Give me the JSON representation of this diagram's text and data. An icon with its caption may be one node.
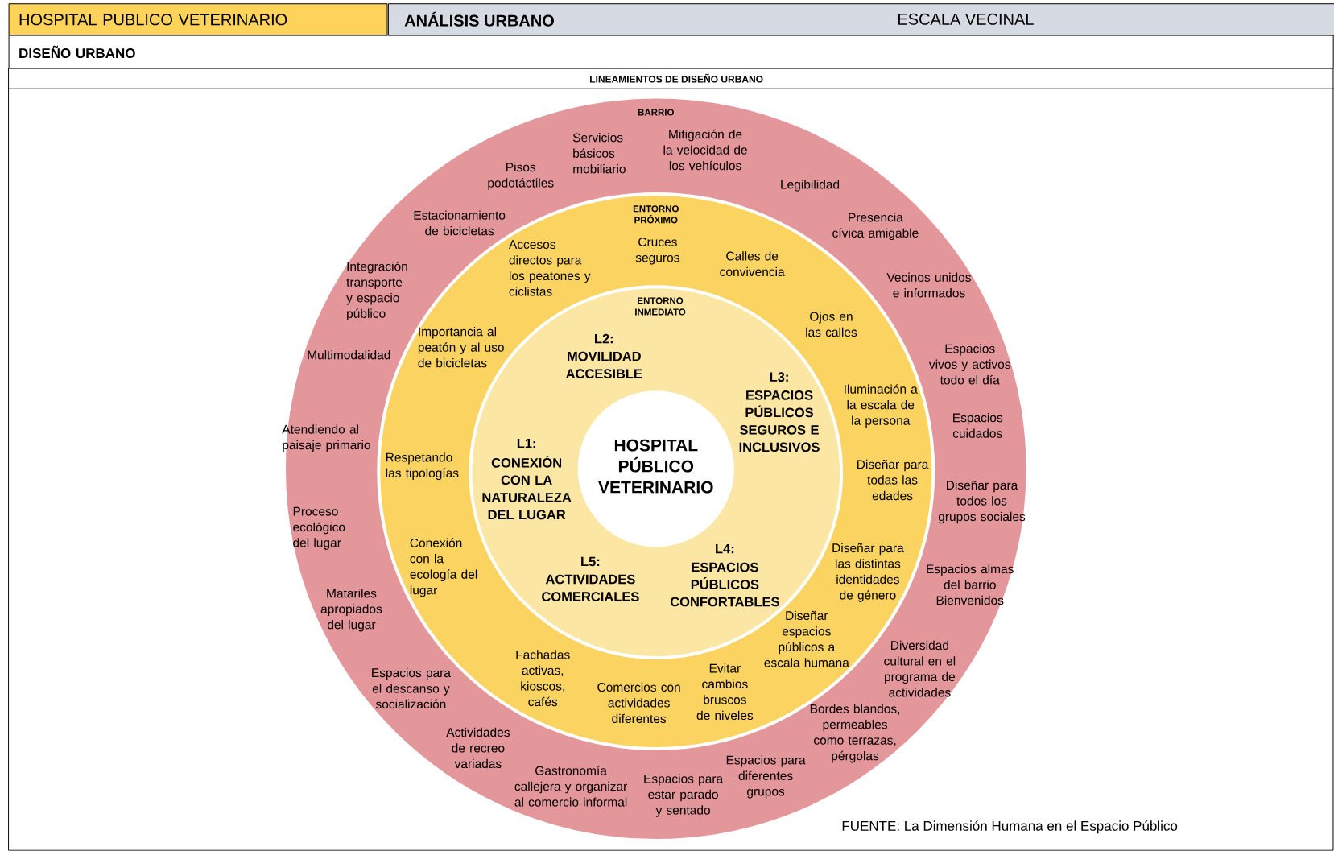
{
  "diagram": {
    "nodes": [
      {
        "text": [
          "HOSPITAL PUBLICO VETERINARIO"
        ]
      },
      {
        "text": [
          "ANÁLISIS URBANO",
          "ESCALA VECINAL"
        ]
      },
      {
        "text": [
          "DISEÑO URBANO"
        ]
      },
      {
        "text": [
          "LINEAMIENTOS DE DISEÑO URBANO"
        ]
      },
      {
        "text": [
          "BARRIO",
          "Servicios básicos mobiliario",
          "Mitigación de la velocidad de los vehículos",
          "Pisos podotáctiles",
          "Legibilidad",
          "Estacionamiento de bicicletas",
          "Presencia cívica amigable",
          "Integración transporte y espacio público",
          "Vecinos unidos e informados",
          "Multimodalidad",
          "Espacios vivos y activos todo el día",
          "Atendiendo al paisaje primario",
          "Espacios cuidados",
          "Proceso ecológico del lugar",
          "Diseñar para todos los grupos sociales",
          "Matariles apropiados del lugar",
          "Espacios almas del barrio Bienvenidos",
          "Espacios para el descanso y socialización",
          "Diversidad cultural en el programa de actividades",
          "Actividades de recreo variadas",
          "Bordes blandos, permeables como terrazas, pérgolas",
          "Gastronomía callejera y organizar al comercio informal",
          "Espacios para estar parado y sentado",
          "Espacios para diferentes grupos"
        ],
        "in": 3
      },
      {
        "text": [
          "ENTORNO PRÓXIMO",
          "Accesos directos para los peatones y ciclistas",
          "Cruces seguros",
          "Calles de convivencia",
          "Ojos en las calles",
          "Importancia al peatón y al uso de bicicletas",
          "Iluminación a la escala de la persona",
          "Respetando las tipologías",
          "Diseñar para todas las edades",
          "Conexión con la ecología del lugar",
          "Diseñar para las distintas identidades de género",
          "Diseñar espacios públicos a escala humana",
          "Fachadas activas, kioscos, cafés",
          "Comercios con actividades diferentes",
          "Evitar cambios bruscos de niveles"
        ],
        "in": 4
      },
      {
        "text": [
          "ENTORNO INMEDIATO",
          "L2:",
          "MOVILIDAD ACCESIBLE",
          "L1:",
          "CONEXIÓN CON LA NATURALEZA DEL LUGAR",
          "L3:",
          "ESPACIOS PÚBLICOS SEGUROS E INCLUSIVOS",
          "L5:",
          "ACTIVIDADES COMERCIALES",
          "L4:",
          "ESPACIOS PÚBLICOS CONFORTABLES"
        ],
        "in": 5
      },
      {
        "text": [
          "HOSPITAL PÚBLICO VETERINARIO"
        ],
        "in": 6
      }
    ],
    "labels": [
      "FUENTE: La Dimensión Humana en el Espacio Público"
    ]
  }
}
